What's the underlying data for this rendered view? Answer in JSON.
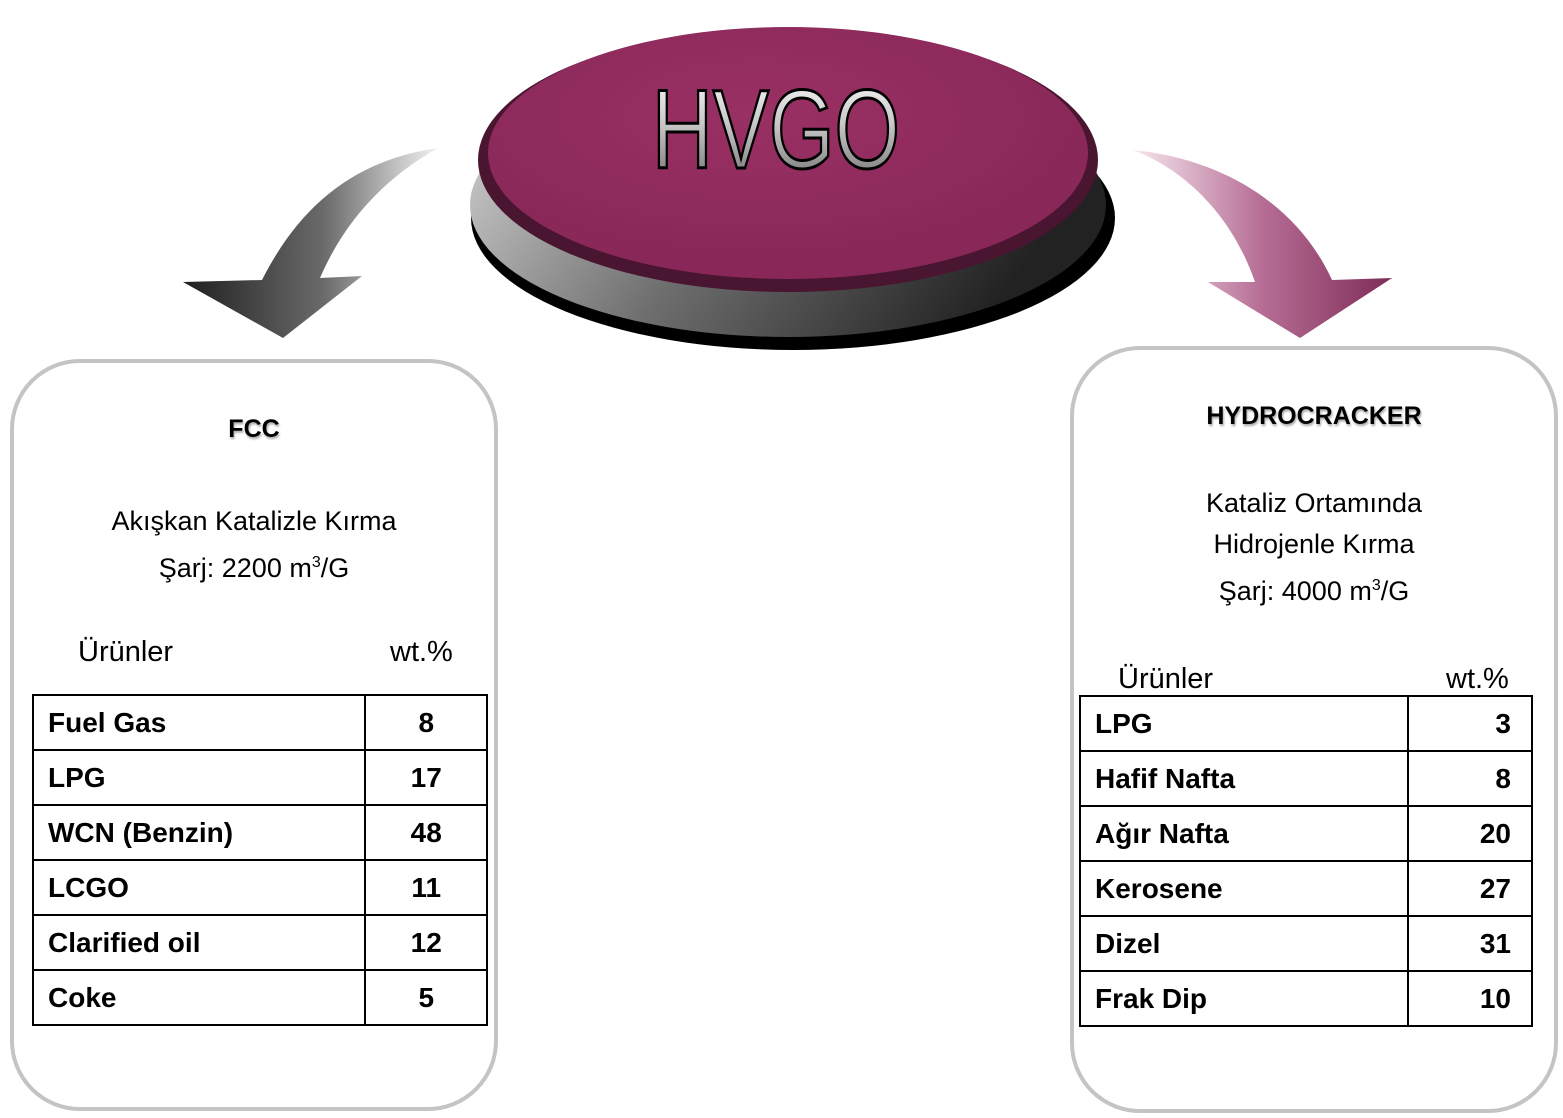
{
  "source": {
    "label": "HVGO"
  },
  "colors": {
    "disk_top": "#922c5f",
    "disk_base": "#555555",
    "arrow_left": "#5a5a5a",
    "arrow_right": "#b06a90",
    "panel_border": "#c4c4c4"
  },
  "fcc": {
    "title": "FCC",
    "desc_line1": "Akışkan Katalizle Kırma",
    "charge_prefix": "Şarj: 2200 m",
    "charge_sup": "3",
    "charge_suffix": "/G",
    "col_product": "Ürünler",
    "col_value": "wt.%",
    "rows": [
      {
        "name": "Fuel Gas",
        "value": "8"
      },
      {
        "name": "LPG",
        "value": "17"
      },
      {
        "name": "WCN (Benzin)",
        "value": "48"
      },
      {
        "name": "LCGO",
        "value": "11"
      },
      {
        "name": "Clarified oil",
        "value": "12"
      },
      {
        "name": "Coke",
        "value": "5"
      }
    ]
  },
  "hydrocracker": {
    "title": "HYDROCRACKER",
    "desc_line1": "Kataliz Ortamında",
    "desc_line2": "Hidrojenle Kırma",
    "charge_prefix": "Şarj: 4000 m",
    "charge_sup": "3",
    "charge_suffix": "/G",
    "col_product": "Ürünler",
    "col_value": "wt.%",
    "rows": [
      {
        "name": "LPG",
        "value": "3"
      },
      {
        "name": "Hafif Nafta",
        "value": "8"
      },
      {
        "name": "Ağır Nafta",
        "value": "20"
      },
      {
        "name": "Kerosene",
        "value": "27"
      },
      {
        "name": "Dizel",
        "value": "31"
      },
      {
        "name": "Frak Dip",
        "value": "10"
      }
    ]
  }
}
